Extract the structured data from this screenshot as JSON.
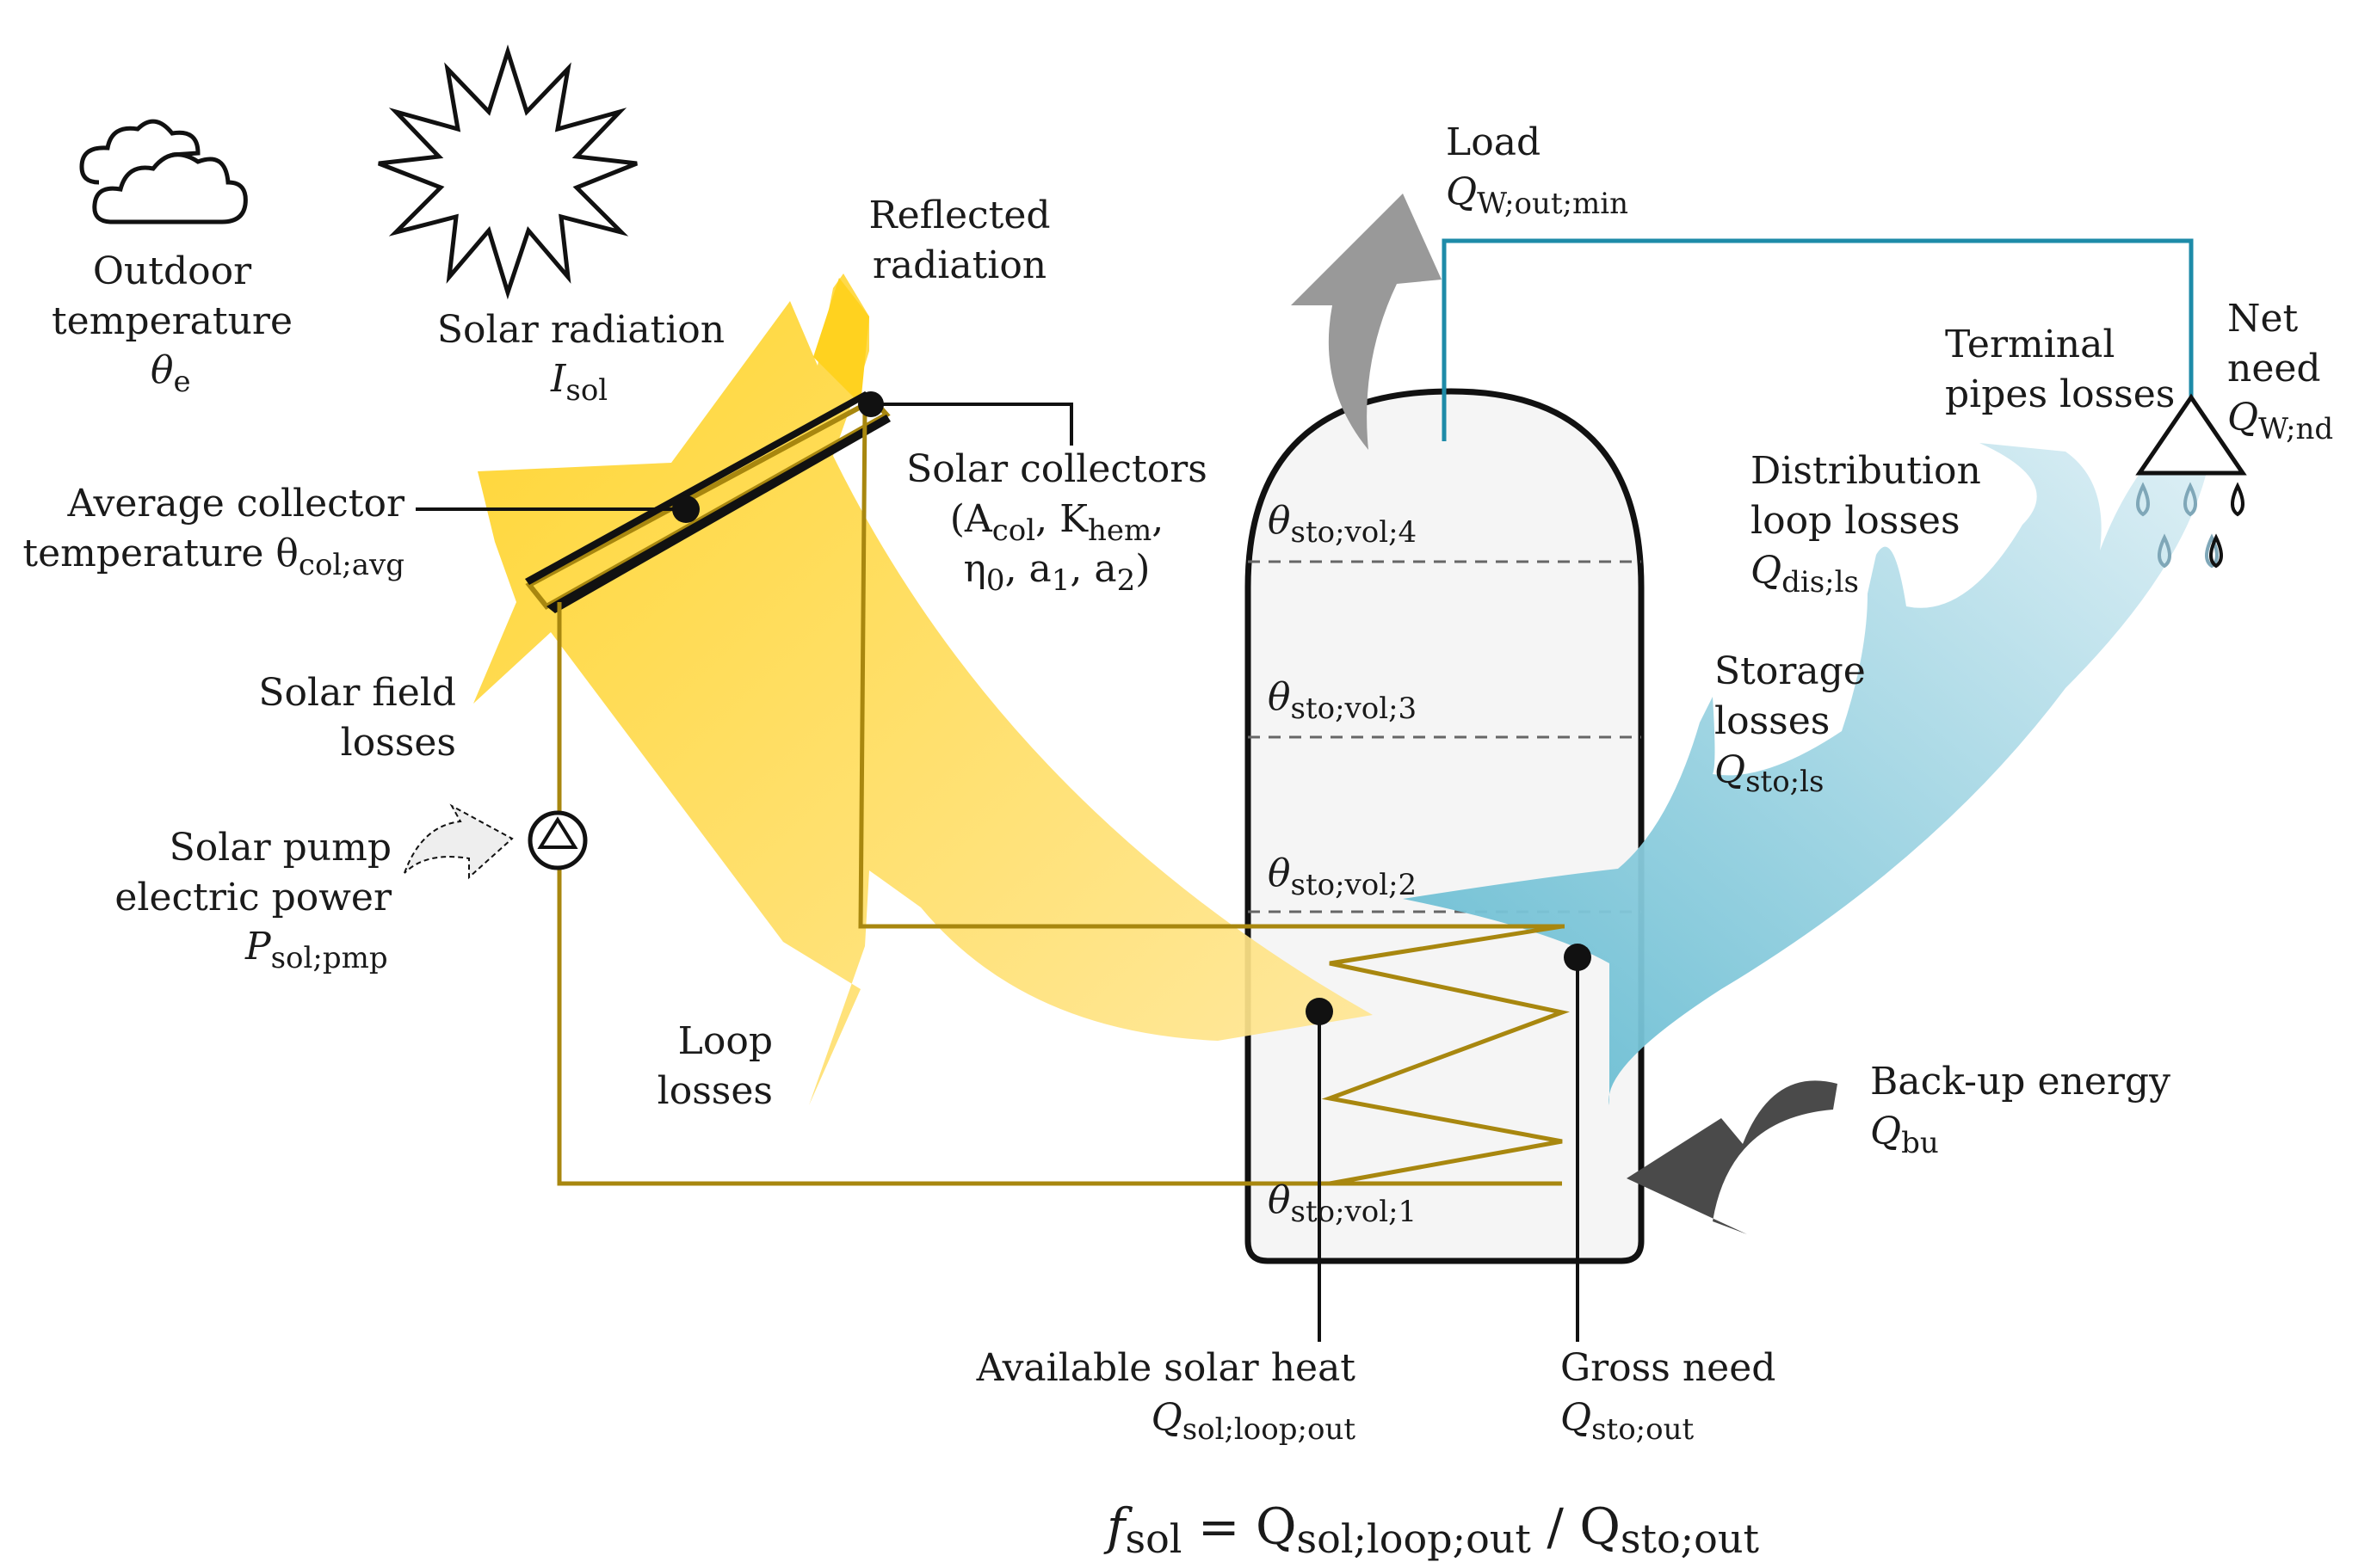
{
  "labels": {
    "outdoor_1": "Outdoor",
    "outdoor_2": "temperature",
    "outdoor_sym": "θ",
    "outdoor_sub": "e",
    "solar_rad": "Solar radiation",
    "solar_rad_sym": "I",
    "solar_rad_sub": "sol",
    "reflected_1": "Reflected",
    "reflected_2": "radiation",
    "avg_col_1": "Average collector",
    "avg_col_2": "temperature θ",
    "avg_col_sub": "col;avg",
    "collectors_1": "Solar collectors",
    "collectors_2a": "(A",
    "collectors_2a_sub": "col",
    "collectors_2b": ", K",
    "collectors_2b_sub": "hem",
    "collectors_2c": ",",
    "collectors_3a": "η",
    "collectors_3a_sub": "0",
    "collectors_3b": ", a",
    "collectors_3b_sub": "1",
    "collectors_3c": ", a",
    "collectors_3c_sub": "2",
    "collectors_3d": ")",
    "field_losses_1": "Solar field",
    "field_losses_2": "losses",
    "pump_1": "Solar pump",
    "pump_2": "electric power",
    "pump_sym": "P",
    "pump_sub": "sol;pmp",
    "loop_losses_1": "Loop",
    "loop_losses_2": "losses",
    "load": "Load",
    "load_sym": "Q",
    "load_sub": "W;out;min",
    "terminal_1": "Terminal",
    "terminal_2": "pipes losses",
    "net_need_1": "Net",
    "net_need_2": "need",
    "net_need_sym": "Q",
    "net_need_sub": "W;nd",
    "distribution_1": "Distribution",
    "distribution_2": "loop losses",
    "distribution_sym": "Q",
    "distribution_sub": "dis;ls",
    "storage_1": "Storage",
    "storage_2": "losses",
    "storage_sym": "Q",
    "storage_sub": "sto;ls",
    "vol4_sym": "θ",
    "vol4_sub": "sto;vol;4",
    "vol3_sym": "θ",
    "vol3_sub": "sto;vol;3",
    "vol2_sym": "θ",
    "vol2_sub": "sto;vol;2",
    "vol1_sym": "θ",
    "vol1_sub": "sto;vol;1",
    "backup": "Back-up energy",
    "backup_sym": "Q",
    "backup_sub": "bu",
    "avail_1": "Available solar heat",
    "avail_sym": "Q",
    "avail_sub": "sol;loop;out",
    "gross_1": "Gross need",
    "gross_sym": "Q",
    "gross_sub": "sto;out",
    "formula_f": "f",
    "formula_f_sub": "sol",
    "formula_eq": " = Q",
    "formula_q1_sub": "sol;loop;out",
    "formula_div": " / Q",
    "formula_q2_sub": "sto;out"
  },
  "colors": {
    "solar_yellow": "#FFD21F",
    "water_blue": "#5DB8CF",
    "loop_brown": "#A8870F",
    "load_pipe": "#1E8BA8",
    "tank_fill": "#F5F5F5",
    "load_arrow": "#999999",
    "backup_arrow": "#4A4A4A"
  }
}
